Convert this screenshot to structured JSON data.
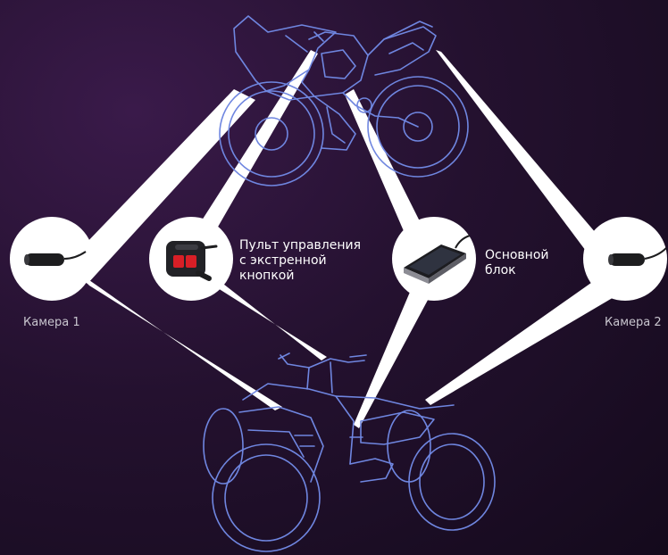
{
  "labels": {
    "remote": "Пульт управления\nс экстренной\nкнопкой",
    "main_unit": "Основной\nблок",
    "camera1": "Камера 1",
    "camera2": "Камера 2"
  },
  "icons": {
    "motorcycle": "motorcycle-outline-icon",
    "atv": "atv-quad-bike-outline-icon",
    "camera": "bullet-camera-icon",
    "remote": "remote-control-emergency-button-icon",
    "main_unit": "main-recorder-unit-icon"
  },
  "colors": {
    "background": "#1c0e26",
    "outline": "#6f86e0",
    "connector": "#ffffff",
    "remote_buttons": "#d81f26"
  }
}
